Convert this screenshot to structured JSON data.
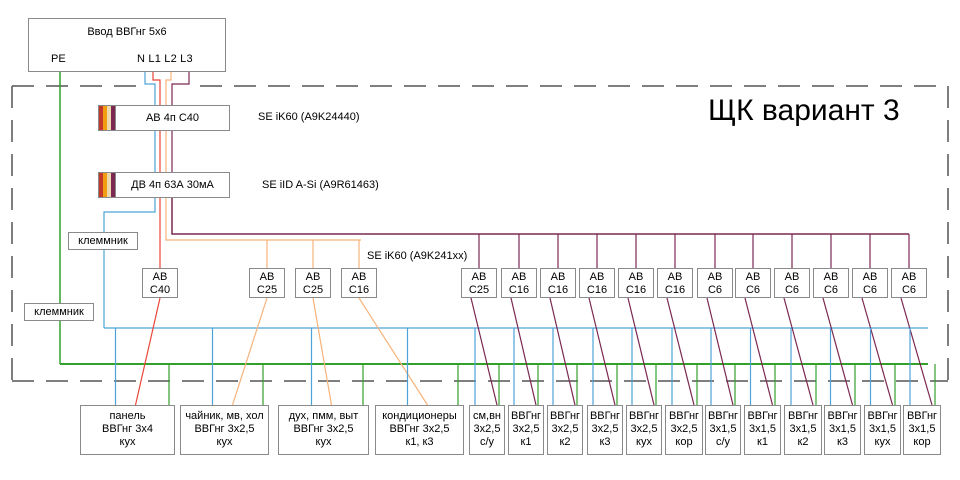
{
  "title": "ЩК вариант 3",
  "input": {
    "cable": "Ввод ВВГнг 5х6",
    "pe": "PE",
    "phases": "N L1 L2 L3"
  },
  "main_breaker": {
    "label": "АВ 4п С40",
    "model": "SE iK60 (A9K24440)"
  },
  "rcd": {
    "label": "ДВ 4п 63А 30мА",
    "model": "SE iID A-Si (A9R61463)"
  },
  "breaker_series_model": "SE iK60 (A9K241xx)",
  "terminals": [
    "клеммник",
    "клеммник"
  ],
  "colors": {
    "neutral": "#4da3d8",
    "pe": "#33a02c",
    "l1": "#e8463a",
    "l2": "#f7b37a",
    "l3": "#7b2852",
    "dash": "#555555",
    "box_border": "#8a8a8a",
    "breaker_mark": [
      "#c0392b",
      "#f39c12",
      "#ecd9b0",
      "#7b2852"
    ]
  },
  "breakers": [
    {
      "type": "АВ",
      "rating": "С40"
    },
    {
      "type": "АВ",
      "rating": "С25"
    },
    {
      "type": "АВ",
      "rating": "С25"
    },
    {
      "type": "АВ",
      "rating": "С16"
    },
    {
      "type": "АВ",
      "rating": "С25"
    },
    {
      "type": "АВ",
      "rating": "С16"
    },
    {
      "type": "АВ",
      "rating": "С16"
    },
    {
      "type": "АВ",
      "rating": "С16"
    },
    {
      "type": "АВ",
      "rating": "С16"
    },
    {
      "type": "АВ",
      "rating": "С16"
    },
    {
      "type": "АВ",
      "rating": "С6"
    },
    {
      "type": "АВ",
      "rating": "С6"
    },
    {
      "type": "АВ",
      "rating": "С6"
    },
    {
      "type": "АВ",
      "rating": "С6"
    },
    {
      "type": "АВ",
      "rating": "С6"
    },
    {
      "type": "АВ",
      "rating": "С6"
    }
  ],
  "loads": [
    {
      "lines": [
        "панель",
        "ВВГнг 3х4",
        "кух"
      ]
    },
    {
      "lines": [
        "чайник, мв, хол",
        "ВВГнг 3х2,5",
        "кух"
      ]
    },
    {
      "lines": [
        "дух, пмм, выт",
        "ВВГнг 3х2,5",
        "кух"
      ]
    },
    {
      "lines": [
        "кондиционеры",
        "ВВГнг 3х2,5",
        "к1, к3"
      ]
    },
    {
      "lines": [
        "см,вн",
        "3х2,5",
        "с/у"
      ]
    },
    {
      "lines": [
        "ВВГнг",
        "3х2,5",
        "к1"
      ]
    },
    {
      "lines": [
        "ВВГнг",
        "3х2,5",
        "к2"
      ]
    },
    {
      "lines": [
        "ВВГнг",
        "3х2,5",
        "к3"
      ]
    },
    {
      "lines": [
        "ВВГнг",
        "3х2,5",
        "кух"
      ]
    },
    {
      "lines": [
        "ВВГнг",
        "3х2,5",
        "кор"
      ]
    },
    {
      "lines": [
        "ВВГнг",
        "3х1,5",
        "с/у"
      ]
    },
    {
      "lines": [
        "ВВГнг",
        "3х1,5",
        "к1"
      ]
    },
    {
      "lines": [
        "ВВГнг",
        "3х1,5",
        "к2"
      ]
    },
    {
      "lines": [
        "ВВГнг",
        "3х1,5",
        "к3"
      ]
    },
    {
      "lines": [
        "ВВГнг",
        "3х1,5",
        "кух"
      ]
    },
    {
      "lines": [
        "ВВГнг",
        "3х1,5",
        "кор"
      ]
    }
  ]
}
